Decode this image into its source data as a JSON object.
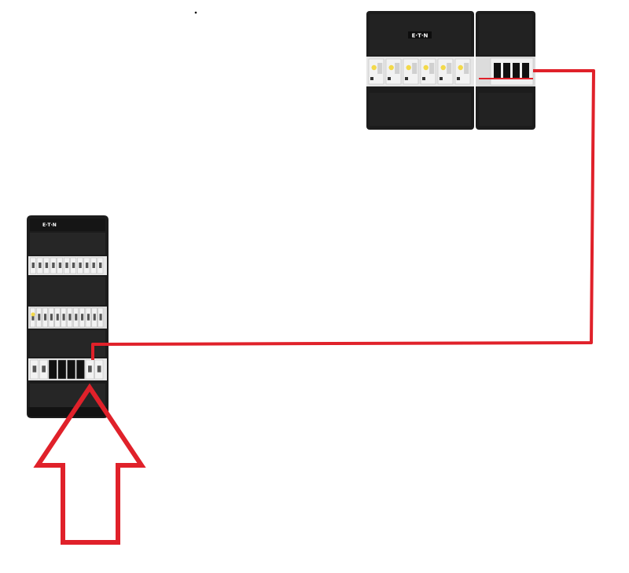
{
  "branding": {
    "main_panel_logo": "E·T·N",
    "sub_panel_logo": "E·T·N"
  },
  "colors": {
    "cable": "#e0212a",
    "arrow": "#e0212a",
    "enclosure": "#1c1c1c",
    "enclosure_edge": "#2e2e2e",
    "breaker_body": "#f2f2f2",
    "rcd_dial": "#f3d94a",
    "main_switch": "#111111",
    "background": "#ffffff"
  },
  "diagram": {
    "sub_panel": {
      "rcd_groups": 6,
      "main_switch_poles": 4
    },
    "main_panel": {
      "top_row_breakers": 11,
      "middle_row_breakers": 12,
      "bottom_row_breakers": 5
    },
    "connections": [
      {
        "from": "main_panel",
        "to": "sub_panel",
        "type": "cable"
      }
    ],
    "incoming_supply": {
      "target": "main_panel",
      "symbol": "arrow-up"
    }
  }
}
